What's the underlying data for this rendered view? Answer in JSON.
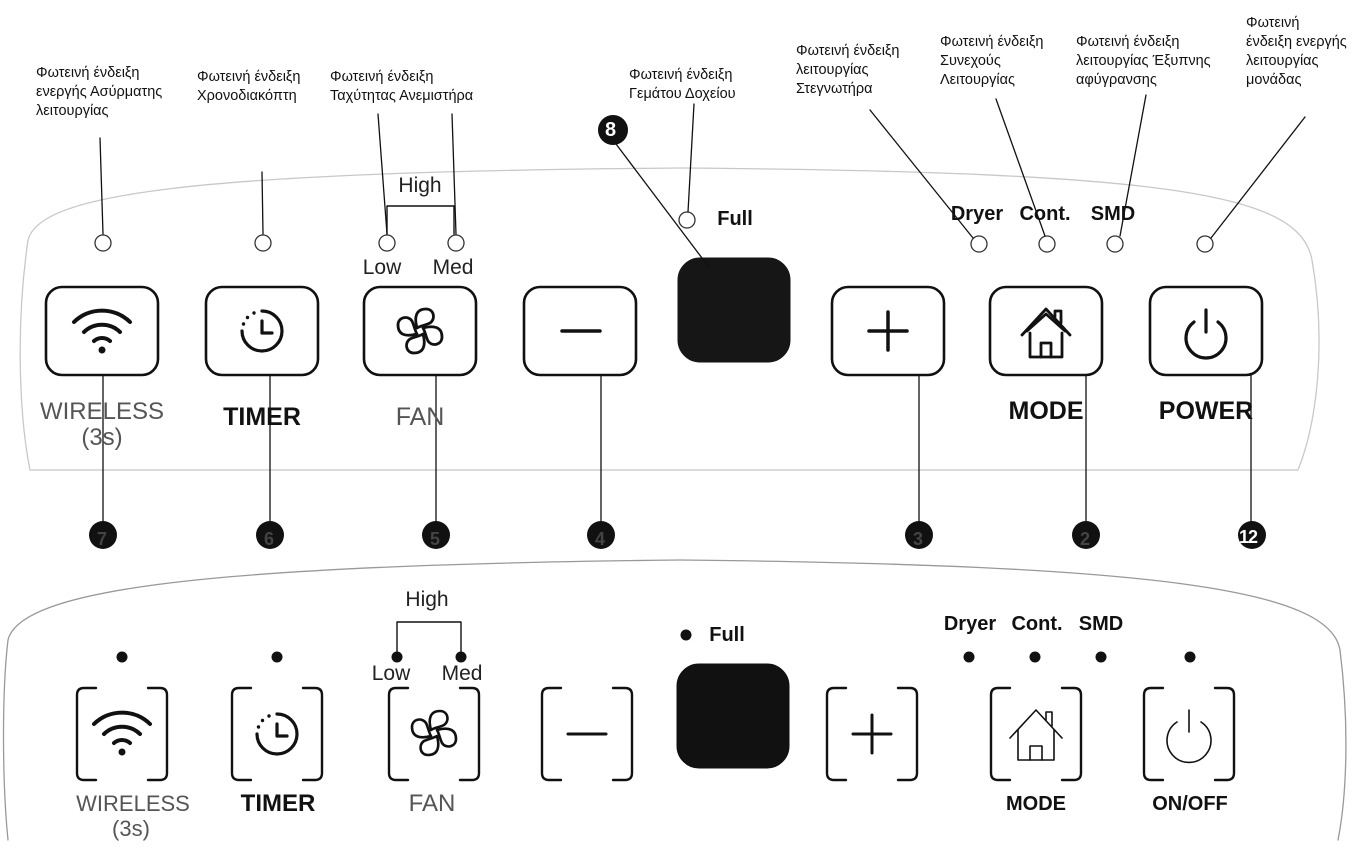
{
  "indicators": {
    "wireless": [
      "Φωτεινή ένδειξη",
      "ενεργής Ασύρματης",
      "λειτουργίας"
    ],
    "timer": [
      "Φωτεινή ένδειξη",
      "Χρονοδιακόπτη"
    ],
    "fan_speed": [
      "Φωτεινή ένδειξη",
      "Ταχύτητας Ανεμιστήρα"
    ],
    "tank_full": [
      "Φωτεινή ένδειξη",
      "Γεμάτου Δοχείου"
    ],
    "dryer": [
      "Φωτεινή ένδειξη",
      "λειτουργίας",
      "Στεγνωτήρα"
    ],
    "continuous": [
      "Φωτεινή ένδειξη",
      "Συνεχούς",
      "Λειτουργίας"
    ],
    "smart": [
      "Φωτεινή ένδειξη",
      "λειτουργίας Έξυπνης",
      "αφύγρανσης"
    ],
    "power": [
      "Φωτεινή",
      "ένδειξη ενεργής",
      "λειτουργίας",
      "μονάδας"
    ]
  },
  "callouts": {
    "display": "8",
    "power": "12",
    "faded": [
      "7",
      "6",
      "5",
      "4",
      "3",
      "2"
    ]
  },
  "panel_top": {
    "fan_high": "High",
    "fan_low": "Low",
    "fan_med": "Med",
    "full": "Full",
    "dryer": "Dryer",
    "cont": "Cont.",
    "smd": "SMD",
    "wireless_label": "WIRELESS",
    "wireless_hold": "(3s)",
    "timer_label": "TIMER",
    "fan_label": "FAN",
    "mode_label": "MODE",
    "power_label": "POWER"
  },
  "panel_bottom": {
    "fan_high": "High",
    "fan_low": "Low",
    "fan_med": "Med",
    "full": "Full",
    "dryer": "Dryer",
    "cont": "Cont.",
    "smd": "SMD",
    "wireless_label": "WIRELESS",
    "wireless_hold": "(3s)",
    "timer_label": "TIMER",
    "fan_label": "FAN",
    "mode_label": "MODE",
    "onoff_label": "ON/OFF"
  }
}
